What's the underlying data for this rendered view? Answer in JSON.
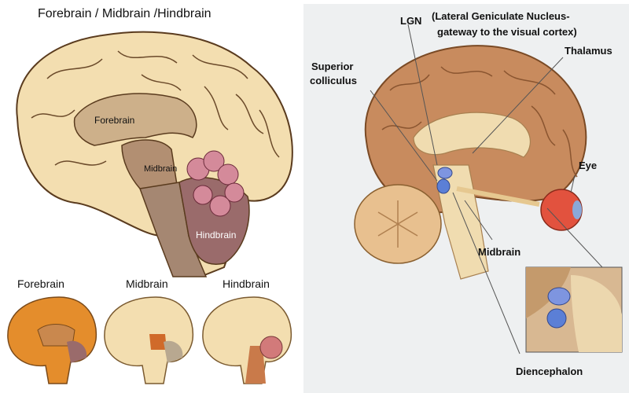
{
  "left": {
    "title": "Forebrain / Midbrain /Hindbrain",
    "main_labels": {
      "forebrain": "Forebrain",
      "midbrain": "Midbrain",
      "hindbrain": "Hindbrain"
    },
    "thumbnails": [
      {
        "label": "Forebrain",
        "highlight": "#e48d2c"
      },
      {
        "label": "Midbrain",
        "highlight": "#d06a2a"
      },
      {
        "label": "Hindbrain",
        "highlight": "#d27a7a"
      }
    ]
  },
  "right": {
    "labels": {
      "lgn": "LGN",
      "lgn_desc_1": "(Lateral Geniculate Nucleus-",
      "lgn_desc_2": "gateway to the visual cortex)",
      "thalamus": "Thalamus",
      "superior_1": "Superior",
      "superior_2": "colliculus",
      "eye": "Eye",
      "midbrain": "Midbrain",
      "diencephalon": "Diencephalon"
    }
  },
  "colors": {
    "cortex_tan": "#f3deb0",
    "cortex_outline": "#5a3b1e",
    "forebrain_fill": "#cdb08a",
    "midbrain_fill": "#b28f72",
    "hindbrain_fill": "#9a6b6b",
    "cerebellum": "#d48a9a",
    "right_cortex": "#c88b5e",
    "stem": "#f0dcb0",
    "lgn_blue": "#5b7fd6",
    "eye_red": "#e2523e"
  }
}
